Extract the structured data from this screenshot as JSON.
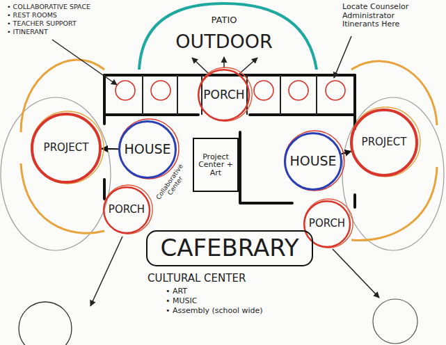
{
  "diagram": {
    "nodes": [
      {
        "text": [
          "PORCH"
        ]
      },
      {
        "text": [
          "PROJECT"
        ]
      },
      {
        "text": [
          "HOUSE"
        ]
      },
      {
        "text": [
          "Project Center + Art"
        ]
      },
      {
        "text": [
          "HOUSE"
        ]
      },
      {
        "text": [
          "PROJECT"
        ]
      },
      {
        "text": [
          "PORCH"
        ]
      },
      {
        "text": [
          "PORCH"
        ]
      },
      {
        "text": [
          "CAFEBRARY"
        ]
      }
    ],
    "edges": [
      {
        "from": 2,
        "to": 1,
        "arrow": "to"
      },
      {
        "from": 4,
        "to": 5,
        "arrow": "to"
      }
    ],
    "labels": [
      "• COLLABORATIVE SPACE",
      "• REST ROOMS",
      "• TEACHER SUPPORT",
      "• ITINERANT",
      "Locate Counselor Administrator Itinerants Here",
      "PATIO",
      "OUTDOOR",
      "Collaborative Center",
      "CULTURAL CENTER",
      "• ART",
      "• MUSIC",
      "• Assembly (school wide)"
    ]
  }
}
